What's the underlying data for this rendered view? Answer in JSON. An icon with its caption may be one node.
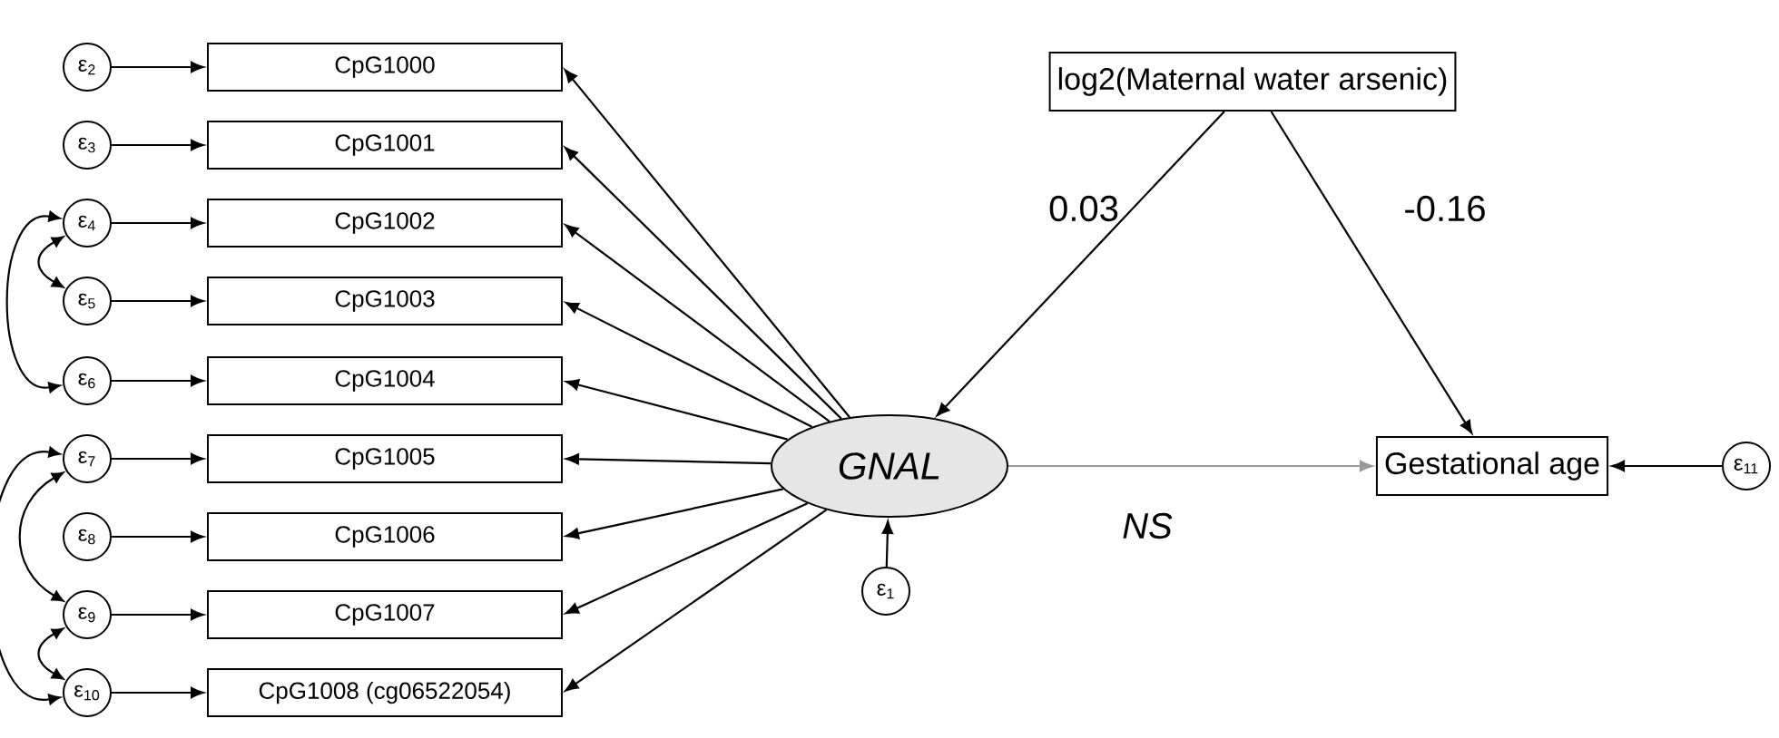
{
  "diagram": {
    "nodes": [
      {
        "text": [
          "CpG1000"
        ]
      },
      {
        "text": [
          "CpG1001"
        ]
      },
      {
        "text": [
          "CpG1002"
        ]
      },
      {
        "text": [
          "CpG1003"
        ]
      },
      {
        "text": [
          "CpG1004"
        ]
      },
      {
        "text": [
          "CpG1005"
        ]
      },
      {
        "text": [
          "CpG1006"
        ]
      },
      {
        "text": [
          "CpG1007"
        ]
      },
      {
        "text": [
          "CpG1008 (cg06522054)"
        ]
      },
      {
        "text": [
          "ε$_{2}$"
        ]
      },
      {
        "text": [
          "ε$_{3}$"
        ]
      },
      {
        "text": [
          "ε$_{4}$"
        ]
      },
      {
        "text": [
          "ε$_{5}$"
        ]
      },
      {
        "text": [
          "ε$_{6}$"
        ]
      },
      {
        "text": [
          "ε$_{7}$"
        ]
      },
      {
        "text": [
          "ε$_{8}$"
        ]
      },
      {
        "text": [
          "ε$_{9}$"
        ]
      },
      {
        "text": [
          "ε$_{10}$"
        ]
      },
      {
        "text": [
          "GNAL"
        ]
      },
      {
        "text": [
          "ε$_{1}$"
        ]
      },
      {
        "text": [
          "log2(Maternal water arsenic)"
        ]
      },
      {
        "text": [
          "Gestational age"
        ]
      },
      {
        "text": [
          "ε$_{11}$"
        ]
      }
    ],
    "edges": [
      {
        "from": 18,
        "to": 0,
        "arrow": "to"
      },
      {
        "from": 18,
        "to": 1,
        "arrow": "to"
      },
      {
        "from": 18,
        "to": 2,
        "arrow": "to"
      },
      {
        "from": 18,
        "to": 3,
        "arrow": "to"
      },
      {
        "from": 18,
        "to": 4,
        "arrow": "to"
      },
      {
        "from": 18,
        "to": 5,
        "arrow": "to"
      },
      {
        "from": 18,
        "to": 6,
        "arrow": "to"
      },
      {
        "from": 18,
        "to": 7,
        "arrow": "to"
      },
      {
        "from": 18,
        "to": 8,
        "arrow": "to"
      },
      {
        "from": 9,
        "to": 0,
        "arrow": "to"
      },
      {
        "from": 10,
        "to": 1,
        "arrow": "to"
      },
      {
        "from": 11,
        "to": 2,
        "arrow": "to"
      },
      {
        "from": 12,
        "to": 3,
        "arrow": "to"
      },
      {
        "from": 13,
        "to": 4,
        "arrow": "to"
      },
      {
        "from": 14,
        "to": 5,
        "arrow": "to"
      },
      {
        "from": 15,
        "to": 6,
        "arrow": "to"
      },
      {
        "from": 16,
        "to": 7,
        "arrow": "to"
      },
      {
        "from": 17,
        "to": 8,
        "arrow": "to"
      },
      {
        "from": 11,
        "to": 12,
        "arrow": "both"
      },
      {
        "from": 11,
        "to": 13,
        "arrow": "both"
      },
      {
        "from": 14,
        "to": 16,
        "arrow": "both"
      },
      {
        "from": 14,
        "to": 17,
        "arrow": "both"
      },
      {
        "from": 16,
        "to": 17,
        "arrow": "both"
      },
      {
        "from": 19,
        "to": 18,
        "arrow": "to"
      },
      {
        "from": 20,
        "to": 18,
        "arrow": "to",
        "label": "0.03"
      },
      {
        "from": 20,
        "to": 21,
        "arrow": "to",
        "label": "-0.16"
      },
      {
        "from": 18,
        "to": 21,
        "arrow": "to",
        "label": "NS",
        "color": "#999999"
      },
      {
        "from": 22,
        "to": 21,
        "arrow": "to"
      }
    ]
  }
}
